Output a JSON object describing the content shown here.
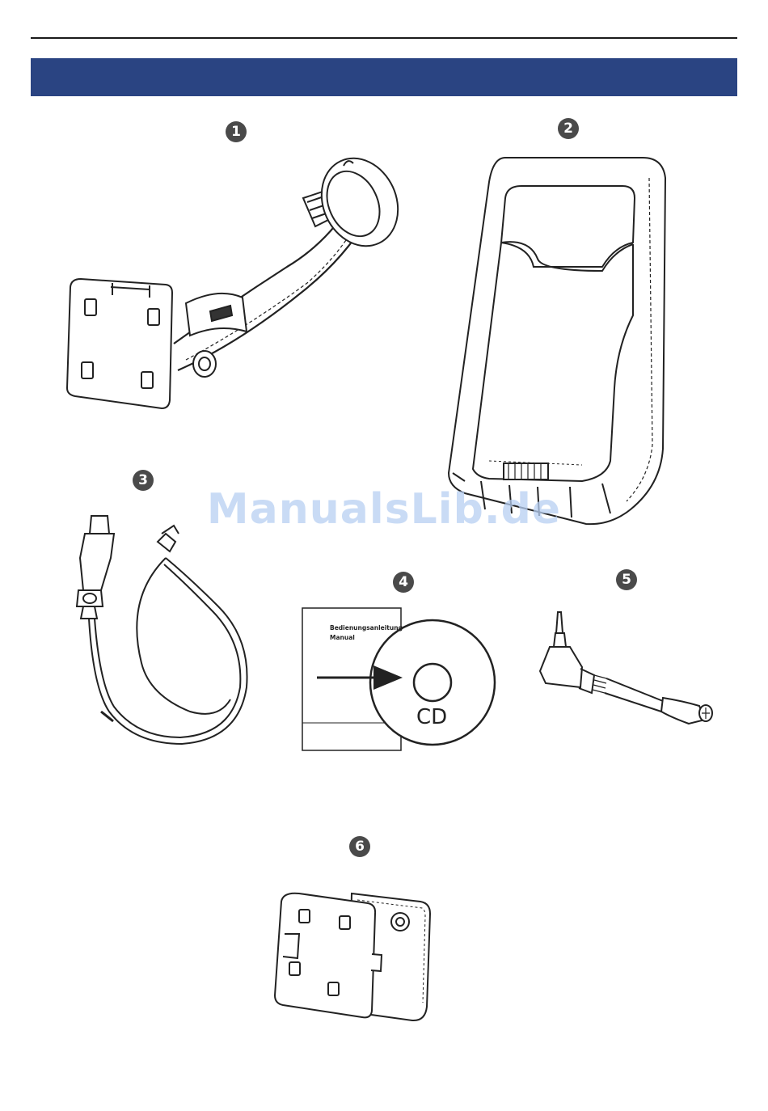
{
  "badges": {
    "item1": "1",
    "item2": "2",
    "item3": "3",
    "item4": "4",
    "item5": "5",
    "item6": "6"
  },
  "manual": {
    "title_line1": "Bedienungsanleitung",
    "title_line2": "Manual"
  },
  "cd": {
    "label": "CD"
  },
  "watermark": "ManualsLib.de",
  "colors": {
    "header_bar": "#2a4482",
    "badge": "#4a4a4a",
    "watermark": "#b7cff2"
  }
}
